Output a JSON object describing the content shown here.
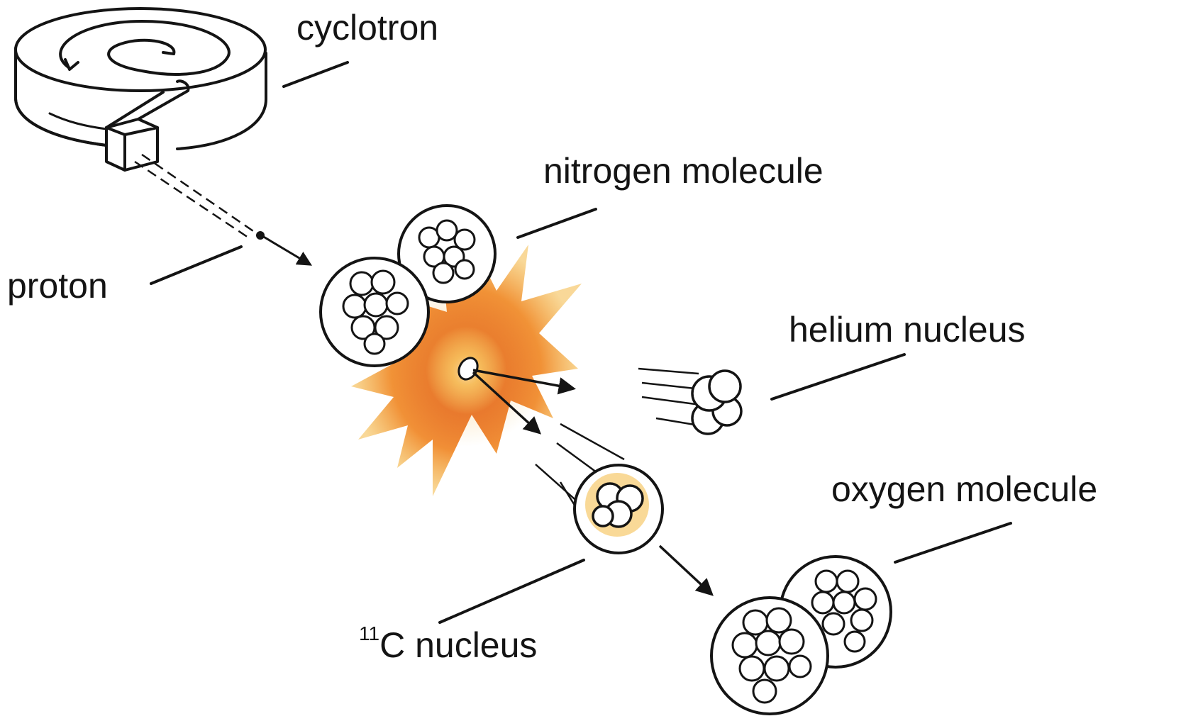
{
  "labels": {
    "cyclotron": "cyclotron",
    "nitrogen": "nitrogen molecule",
    "proton": "proton",
    "helium": "helium nucleus",
    "oxygen": "oxygen molecule",
    "carbon_sup": "11",
    "carbon": "C nucleus"
  },
  "colors": {
    "ink": "#141414",
    "flash_outer": "#f3b53a",
    "flash_inner": "#e5651f",
    "background": "#ffffff"
  },
  "icons": [
    "cyclotron-icon",
    "proton-dot-icon",
    "nitrogen-molecule-icon",
    "explosion-icon",
    "helium-nucleus-icon",
    "carbon-nucleus-icon",
    "oxygen-molecule-icon"
  ]
}
